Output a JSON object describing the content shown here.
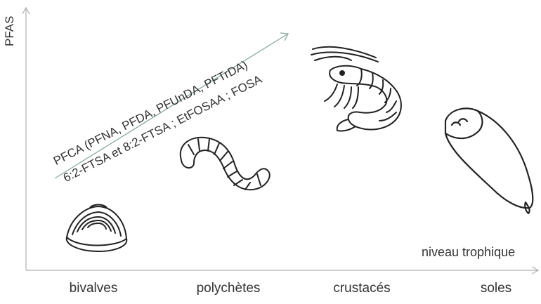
{
  "y_axis_label": "PFAS",
  "x_axis_label": "niveau trophique",
  "categories": [
    {
      "label": "bivalves",
      "icon": "clam-shell-icon"
    },
    {
      "label": "polychètes",
      "icon": "worm-icon"
    },
    {
      "label": "crustacés",
      "icon": "shrimp-icon"
    },
    {
      "label": "soles",
      "icon": "sole-fish-icon"
    }
  ],
  "trend_line_1": "PFCA (PFNA, PFDA, PFUnDA, PFTrDA)",
  "trend_line_2": "6:2-FTSA et 8:2-FTSA ; EtFOSAA ; FOSA",
  "colors": {
    "axis": "#b0b0b0",
    "arrow": "#8aa8a0",
    "ink": "#222222"
  }
}
